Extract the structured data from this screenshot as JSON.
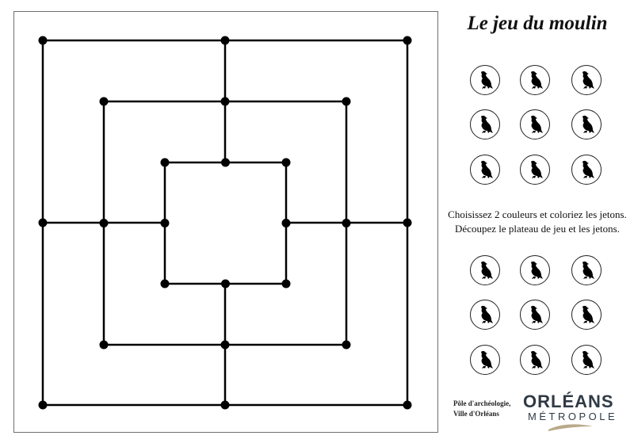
{
  "title": "Le jeu du moulin",
  "instructions": {
    "line1": "Choisissez 2 couleurs et coloriez les jetons.",
    "line2": "Découpez le plateau de jeu et les jetons."
  },
  "credit": {
    "line1": "Pôle d'archéologie,",
    "line2": "Ville d'Orléans"
  },
  "logo": {
    "main": "ORLÉANS",
    "sub": "MÉTROPOLE"
  },
  "board": {
    "squares": 3,
    "points_per_square": 8,
    "line_color": "#000000"
  },
  "tokens": {
    "upper_set_count": 9,
    "lower_set_count": 9,
    "icon": "eagle-icon",
    "accent_color": "#000000"
  },
  "logo_swoosh_color": "#b8a98a"
}
